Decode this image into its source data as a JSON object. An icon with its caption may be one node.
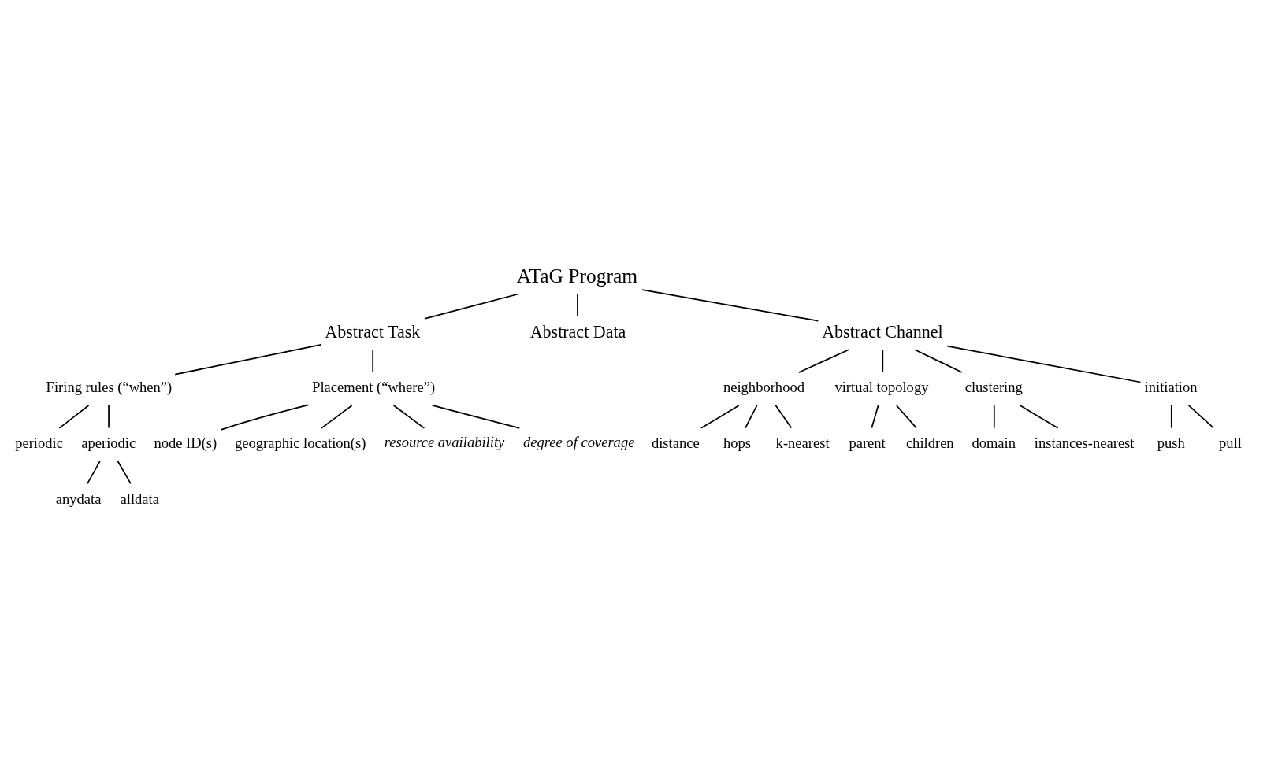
{
  "diagram": {
    "nodes": [
      {
        "text": [
          "ATaG Program"
        ]
      },
      {
        "text": [
          "Abstract Task"
        ]
      },
      {
        "text": [
          "Abstract Data"
        ]
      },
      {
        "text": [
          "Abstract Channel"
        ]
      },
      {
        "text": [
          "Firing rules (“when”)"
        ]
      },
      {
        "text": [
          "Placement (“where”)"
        ]
      },
      {
        "text": [
          "periodic"
        ]
      },
      {
        "text": [
          "aperiodic"
        ]
      },
      {
        "text": [
          "anydata"
        ]
      },
      {
        "text": [
          "alldata"
        ]
      },
      {
        "text": [
          "node ID(s)"
        ]
      },
      {
        "text": [
          "geographic location(s)"
        ]
      },
      {
        "text": [
          "resource availability"
        ]
      },
      {
        "text": [
          "degree of coverage"
        ]
      },
      {
        "text": [
          "neighborhood"
        ]
      },
      {
        "text": [
          "distance"
        ]
      },
      {
        "text": [
          "hops"
        ]
      },
      {
        "text": [
          "k-nearest"
        ]
      },
      {
        "text": [
          "virtual topology"
        ]
      },
      {
        "text": [
          "parent"
        ]
      },
      {
        "text": [
          "children"
        ]
      },
      {
        "text": [
          "clustering"
        ]
      },
      {
        "text": [
          "domain"
        ]
      },
      {
        "text": [
          "instances-nearest"
        ]
      },
      {
        "text": [
          "initiation"
        ]
      },
      {
        "text": [
          "push"
        ]
      },
      {
        "text": [
          "pull"
        ]
      }
    ],
    "edges": [
      {
        "from": 0,
        "to": 1,
        "arrow": "none"
      },
      {
        "from": 0,
        "to": 2,
        "arrow": "none"
      },
      {
        "from": 0,
        "to": 3,
        "arrow": "none"
      },
      {
        "from": 1,
        "to": 4,
        "arrow": "none"
      },
      {
        "from": 1,
        "to": 5,
        "arrow": "none"
      },
      {
        "from": 4,
        "to": 6,
        "arrow": "none"
      },
      {
        "from": 4,
        "to": 7,
        "arrow": "none"
      },
      {
        "from": 7,
        "to": 8,
        "arrow": "none"
      },
      {
        "from": 7,
        "to": 9,
        "arrow": "none"
      },
      {
        "from": 5,
        "to": 10,
        "arrow": "none"
      },
      {
        "from": 5,
        "to": 11,
        "arrow": "none"
      },
      {
        "from": 5,
        "to": 12,
        "arrow": "none"
      },
      {
        "from": 5,
        "to": 13,
        "arrow": "none"
      },
      {
        "from": 3,
        "to": 14,
        "arrow": "none"
      },
      {
        "from": 14,
        "to": 15,
        "arrow": "none"
      },
      {
        "from": 14,
        "to": 16,
        "arrow": "none"
      },
      {
        "from": 14,
        "to": 17,
        "arrow": "none"
      },
      {
        "from": 3,
        "to": 18,
        "arrow": "none"
      },
      {
        "from": 18,
        "to": 19,
        "arrow": "none"
      },
      {
        "from": 18,
        "to": 20,
        "arrow": "none"
      },
      {
        "from": 3,
        "to": 21,
        "arrow": "none"
      },
      {
        "from": 21,
        "to": 22,
        "arrow": "none"
      },
      {
        "from": 21,
        "to": 23,
        "arrow": "none"
      },
      {
        "from": 3,
        "to": 24,
        "arrow": "none"
      },
      {
        "from": 24,
        "to": 25,
        "arrow": "none"
      },
      {
        "from": 24,
        "to": 26,
        "arrow": "none"
      }
    ]
  }
}
